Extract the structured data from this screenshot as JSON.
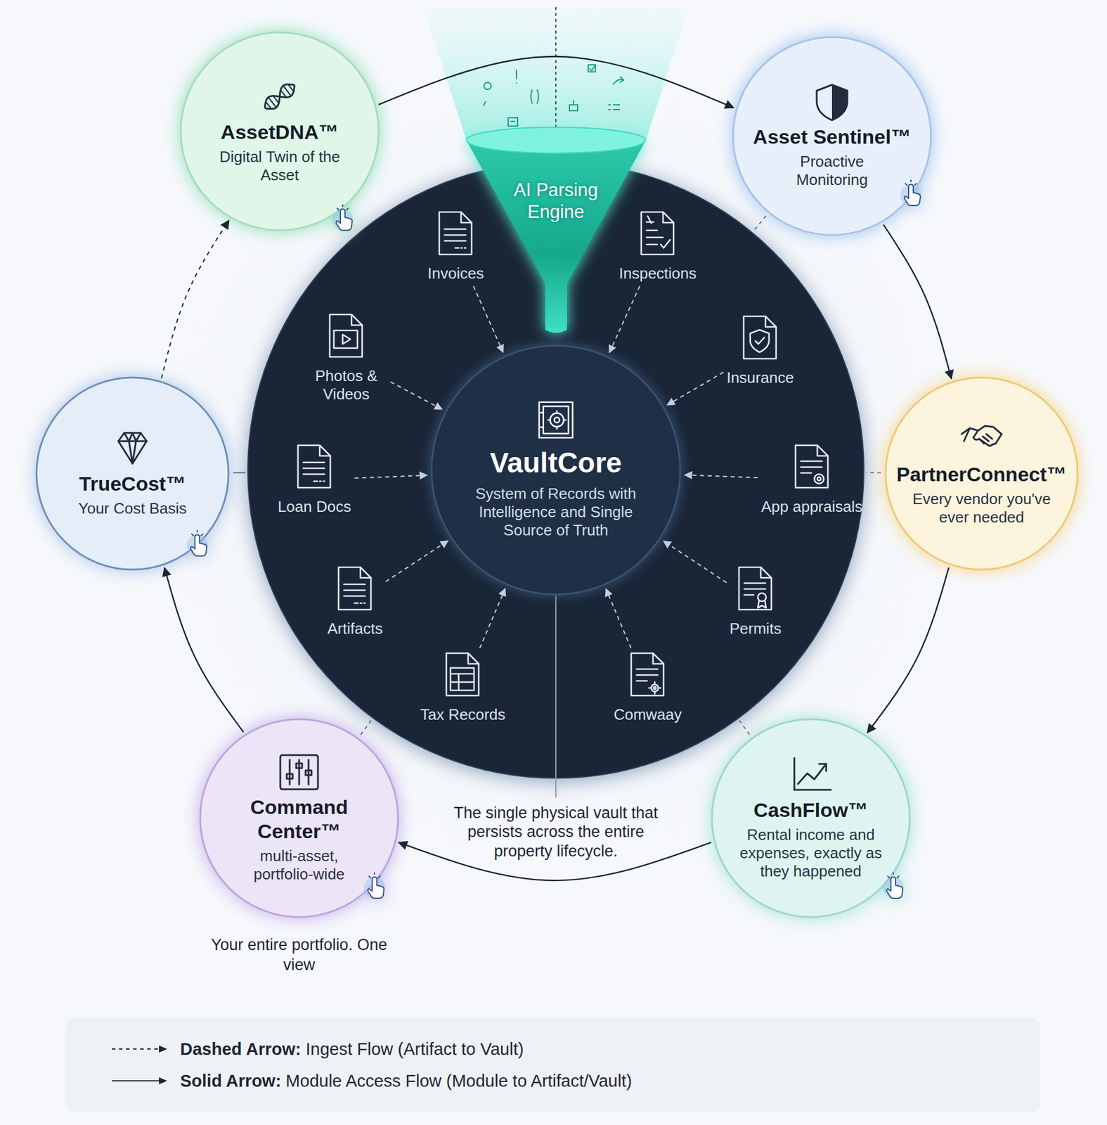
{
  "diagram": {
    "nodes": [
      {
        "text": [
          "AssetDNA™",
          "Digital Twin of the Asset"
        ]
      },
      {
        "text": [
          "AI Parsing Engine"
        ]
      },
      {
        "text": [
          "Asset Sentinel™",
          "Proactive Monitoring"
        ]
      },
      {
        "text": [
          "The single physical vault that persists across the entire property lifecycle."
        ]
      },
      {
        "text": [
          "Invoices"
        ],
        "in": 3
      },
      {
        "text": [
          "Inspections"
        ],
        "in": 3
      },
      {
        "text": [
          "Photos & Videos"
        ],
        "in": 3
      },
      {
        "text": [
          "Insurance"
        ],
        "in": 3
      },
      {
        "text": [
          "TrueCost™",
          "Your Cost Basis"
        ]
      },
      {
        "text": [
          "Loan Docs"
        ],
        "in": 3
      },
      {
        "text": [
          "VaultCore",
          "System of Records with Intelligence and Single Source of Truth"
        ],
        "in": 3
      },
      {
        "text": [
          "App appraisals"
        ],
        "in": 3
      },
      {
        "text": [
          "PartnerConnect™",
          "Every vendor you've ever needed"
        ]
      },
      {
        "text": [
          "Artifacts"
        ],
        "in": 3
      },
      {
        "text": [
          "Permits"
        ],
        "in": 3
      },
      {
        "text": [
          "Tax Records"
        ],
        "in": 3
      },
      {
        "text": [
          "Comwaay"
        ],
        "in": 3
      },
      {
        "text": [
          "Command Center™",
          "multi-asset, portfolio-wide"
        ]
      },
      {
        "text": [
          "CashFlow™",
          "Rental income and expenses, exactly as they happened"
        ]
      }
    ],
    "edges": [
      {
        "from": 0,
        "to": 2,
        "arrow": "to"
      },
      {
        "from": 2,
        "to": 12,
        "arrow": "to"
      },
      {
        "from": 12,
        "to": 18,
        "arrow": "to"
      },
      {
        "from": 18,
        "to": 17,
        "arrow": "to"
      },
      {
        "from": 17,
        "to": 8,
        "arrow": "to"
      },
      {
        "from": 8,
        "to": 0,
        "arrow": "to"
      },
      {
        "from": 4,
        "to": 10,
        "arrow": "to"
      },
      {
        "from": 5,
        "to": 10,
        "arrow": "to"
      },
      {
        "from": 6,
        "to": 10,
        "arrow": "to"
      },
      {
        "from": 7,
        "to": 10,
        "arrow": "to"
      },
      {
        "from": 9,
        "to": 10,
        "arrow": "to"
      },
      {
        "from": 11,
        "to": 10,
        "arrow": "to"
      },
      {
        "from": 13,
        "to": 10,
        "arrow": "to"
      },
      {
        "from": 14,
        "to": 10,
        "arrow": "to"
      },
      {
        "from": 15,
        "to": 10,
        "arrow": "to"
      },
      {
        "from": 16,
        "to": 10,
        "arrow": "to"
      },
      {
        "from": 2,
        "to": 3,
        "arrow": "none"
      },
      {
        "from": 12,
        "to": 3,
        "arrow": "none"
      },
      {
        "from": 18,
        "to": 3,
        "arrow": "none"
      },
      {
        "from": 17,
        "to": 3,
        "arrow": "none"
      },
      {
        "from": 8,
        "to": 3,
        "arrow": "none"
      }
    ],
    "labels": [
      "Your entire portfolio. One view"
    ],
    "legend": [
      {
        "text": "Dashed Arrow: Ingest Flow (Artifact to Vault)"
      },
      {
        "text": "Solid Arrow: Module Access Flow (Module to Artifact/Vault)"
      }
    ]
  }
}
